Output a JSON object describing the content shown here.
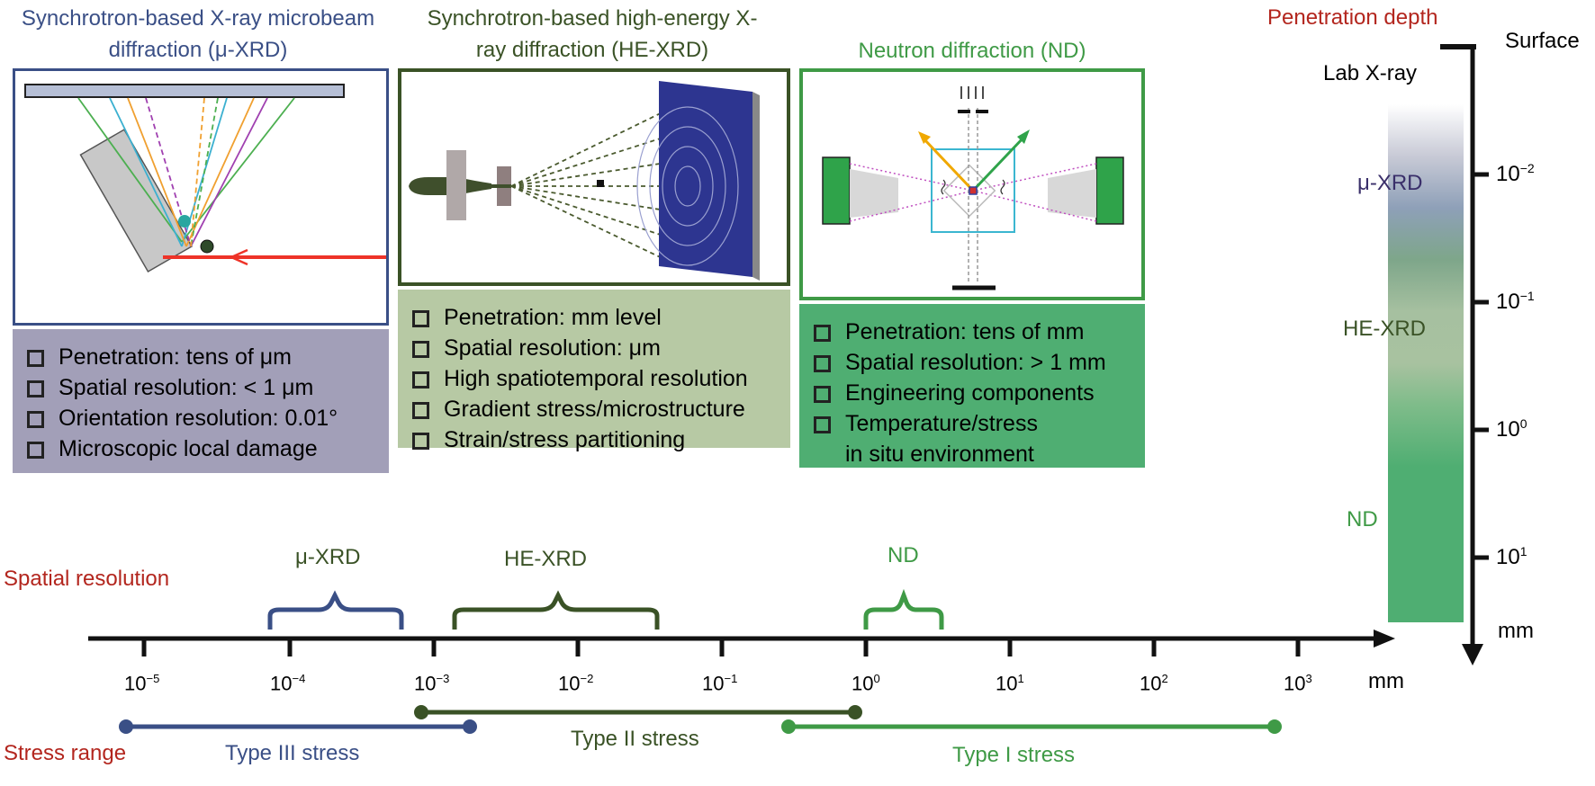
{
  "panels": {
    "uxrd": {
      "title": "Synchrotron-based X-ray microbeam diffraction (μ-XRD)",
      "items": [
        "Penetration: tens of μm",
        "Spatial resolution: < 1 μm",
        "Orientation resolution: 0.01°",
        "Microscopic local damage"
      ]
    },
    "hexrd": {
      "title": "Synchrotron-based high-energy X-ray diffraction (HE-XRD)",
      "items": [
        "Penetration: mm level",
        "Spatial resolution: μm",
        "High spatiotemporal resolution",
        "Gradient stress/microstructure",
        "Strain/stress partitioning"
      ]
    },
    "nd": {
      "title": "Neutron diffraction (ND)",
      "items": [
        "Penetration: tens of mm",
        "Spatial resolution: > 1 mm",
        "Engineering components",
        "Temperature/stress",
        "in situ environment"
      ]
    }
  },
  "depth": {
    "title": "Penetration depth",
    "surface_label": "Surface",
    "unit": "mm",
    "ticks": [
      {
        "base": "10",
        "exp": "−2"
      },
      {
        "base": "10",
        "exp": "−1"
      },
      {
        "base": "10",
        "exp": "0"
      },
      {
        "base": "10",
        "exp": "1"
      }
    ],
    "techniques": [
      "Lab X-ray",
      "μ-XRD",
      "HE-XRD",
      "ND"
    ]
  },
  "spatial": {
    "title": "Spatial resolution",
    "unit": "mm",
    "ticks": [
      {
        "base": "10",
        "exp": "−5"
      },
      {
        "base": "10",
        "exp": "−4"
      },
      {
        "base": "10",
        "exp": "−3"
      },
      {
        "base": "10",
        "exp": "−2"
      },
      {
        "base": "10",
        "exp": "−1"
      },
      {
        "base": "10",
        "exp": "0"
      },
      {
        "base": "10",
        "exp": "1"
      },
      {
        "base": "10",
        "exp": "2"
      },
      {
        "base": "10",
        "exp": "3"
      }
    ],
    "ranges": [
      "μ-XRD",
      "HE-XRD",
      "ND"
    ]
  },
  "stress": {
    "title": "Stress range",
    "types": [
      "Type III stress",
      "Type II stress",
      "Type I stress"
    ]
  },
  "colors": {
    "uxrd": "#3a4f86",
    "hexrd": "#3a5226",
    "nd": "#3f9a46",
    "uxrd_bg": "#a29fb8",
    "hexrd_bg": "#b7c9a4",
    "nd_bg": "#4fae72",
    "accent_red": "#b3261e"
  }
}
